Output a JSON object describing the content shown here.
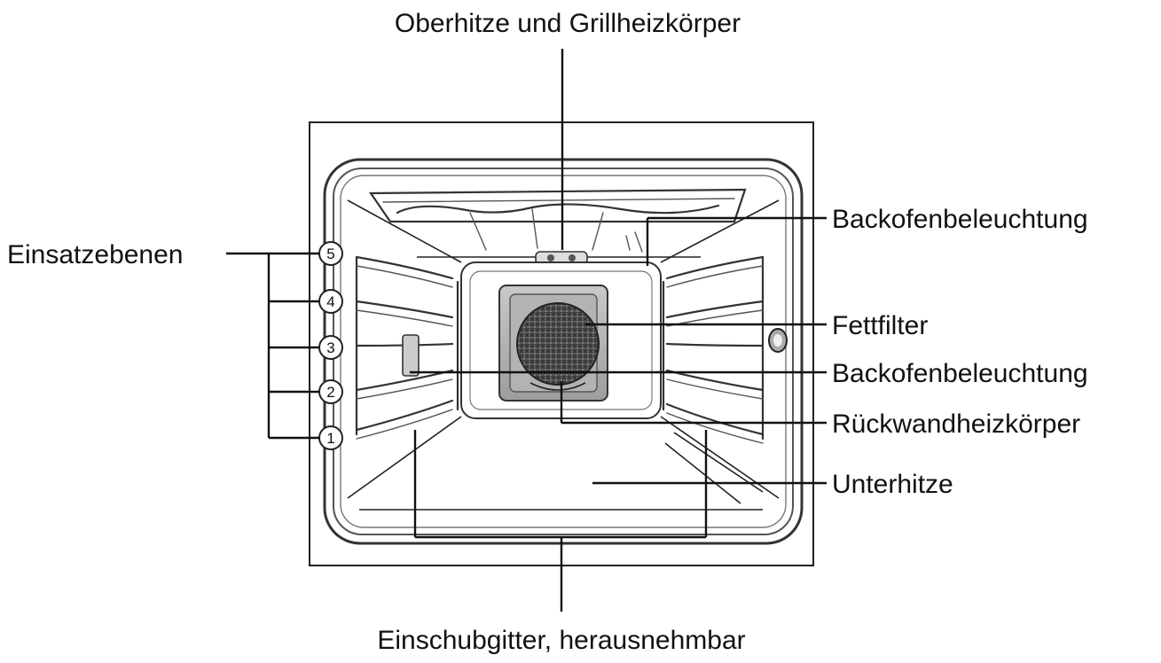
{
  "labels": {
    "top_heater": "Oberhitze und Grillheizkörper",
    "oven_light_top": "Backofenbeleuchtung",
    "levels": "Einsatzebenen",
    "grease_filter": "Fettfilter",
    "oven_light_side": "Backofenbeleuchtung",
    "rear_heater": "Rückwandheizkörper",
    "bottom_heater": "Unterhitze",
    "side_racks": "Einschubgitter, herausnehmbar"
  },
  "levels": [
    "5",
    "4",
    "3",
    "2",
    "1"
  ]
}
